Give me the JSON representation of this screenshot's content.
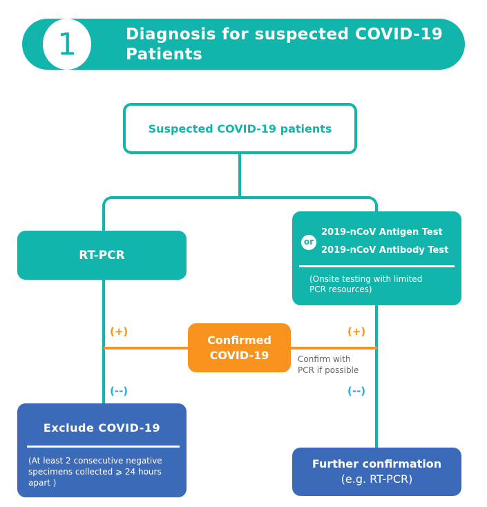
{
  "header": {
    "step": "1",
    "title_line1": "Diagnosis for suspected COVID-19",
    "title_line2": "Patients"
  },
  "nodes": {
    "suspected": "Suspected COVID-19 patients",
    "rtpcr": "RT-PCR",
    "rapid": {
      "or": "or",
      "antigen": "2019-nCoV Antigen Test",
      "antibody": "2019-nCoV Antibody Test",
      "note_line1": "(Onsite testing with limited",
      "note_line2": "PCR resources)"
    },
    "confirmed": {
      "line1": "Confirmed",
      "line2": "COVID-19"
    },
    "exclude": {
      "title": "Exclude COVID-19",
      "note_line1": "(At least 2 consecutive negative",
      "note_line2": "specimens collected ⩾ 24 hours",
      "note_line3": "apart )"
    },
    "further": {
      "line1": "Further confirmation",
      "line2": "(e.g. RT-PCR)"
    }
  },
  "labels": {
    "positive": "(+)",
    "negative": "(--)",
    "confirm_note_line1": "Confirm with",
    "confirm_note_line2": "PCR if possible"
  },
  "colors": {
    "teal": "#12b5ab",
    "orange": "#f7931e",
    "blue": "#3b6bb8",
    "light_blue": "#29abe2"
  }
}
